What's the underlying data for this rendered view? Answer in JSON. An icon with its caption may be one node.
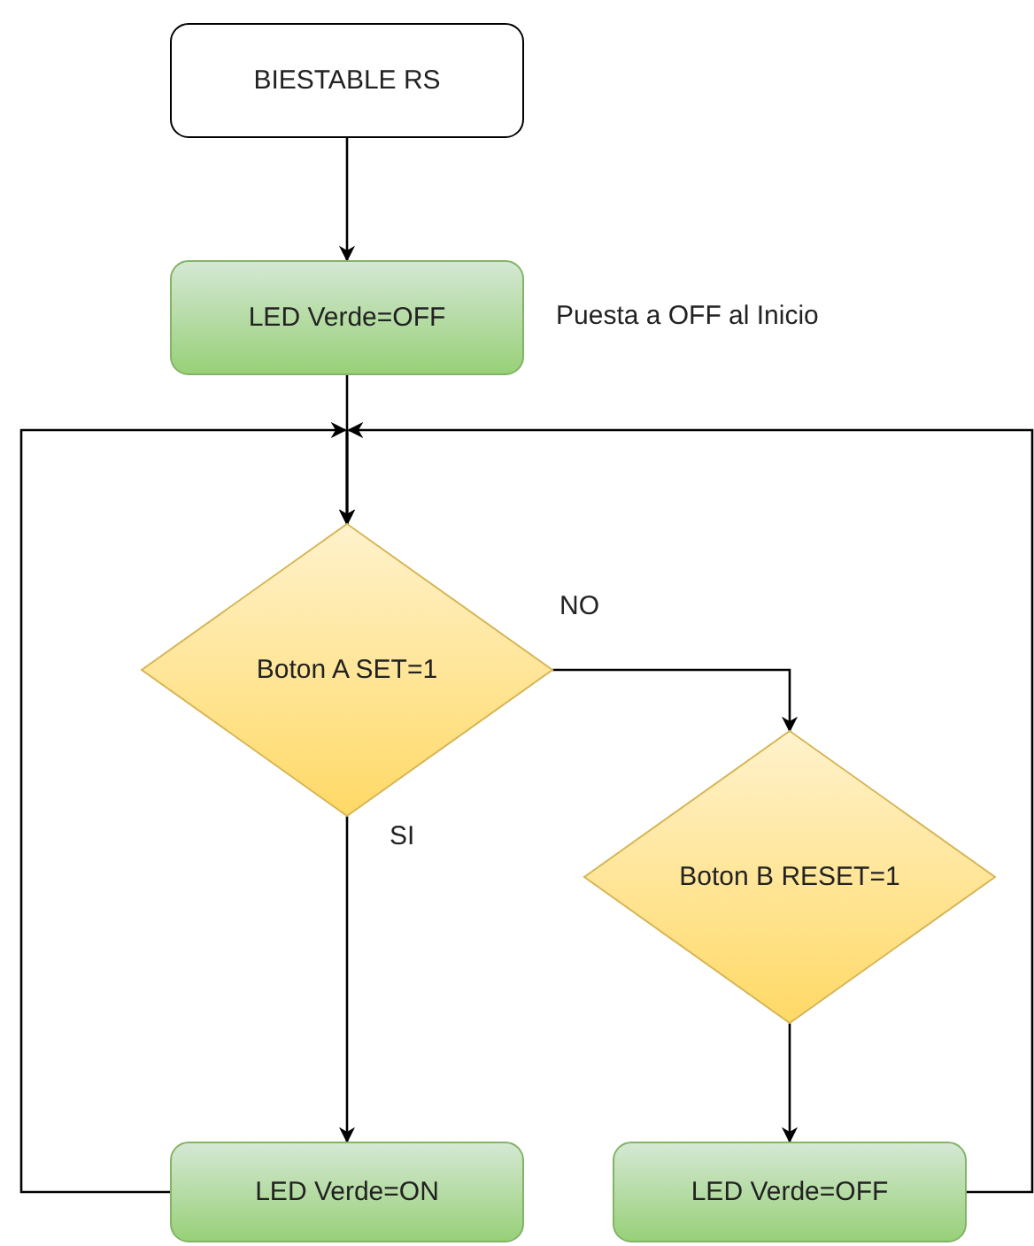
{
  "diagram": {
    "nodes": [
      {
        "text": [
          "BIESTABLE RS"
        ]
      },
      {
        "text": [
          "LED Verde=OFF"
        ],
        "beside": [
          "Puesta a OFF al Inicio"
        ]
      },
      {
        "text": [
          "Boton A SET=1"
        ]
      },
      {
        "text": [
          "Boton B RESET=1"
        ]
      },
      {
        "text": [
          "LED Verde=ON"
        ]
      },
      {
        "text": [
          "LED Verde=OFF"
        ]
      }
    ],
    "edges": [
      {
        "from": 0,
        "to": 1,
        "arrow": "to"
      },
      {
        "from": 1,
        "to": 2,
        "arrow": "to"
      },
      {
        "from": 2,
        "to": 3,
        "arrow": "to",
        "label": "NO"
      },
      {
        "from": 2,
        "to": 4,
        "arrow": "to",
        "label": "SI"
      },
      {
        "from": 3,
        "to": 5,
        "arrow": "to"
      },
      {
        "from": 4,
        "to": 2,
        "arrow": "to"
      },
      {
        "from": 5,
        "to": 2,
        "arrow": "to"
      }
    ]
  }
}
